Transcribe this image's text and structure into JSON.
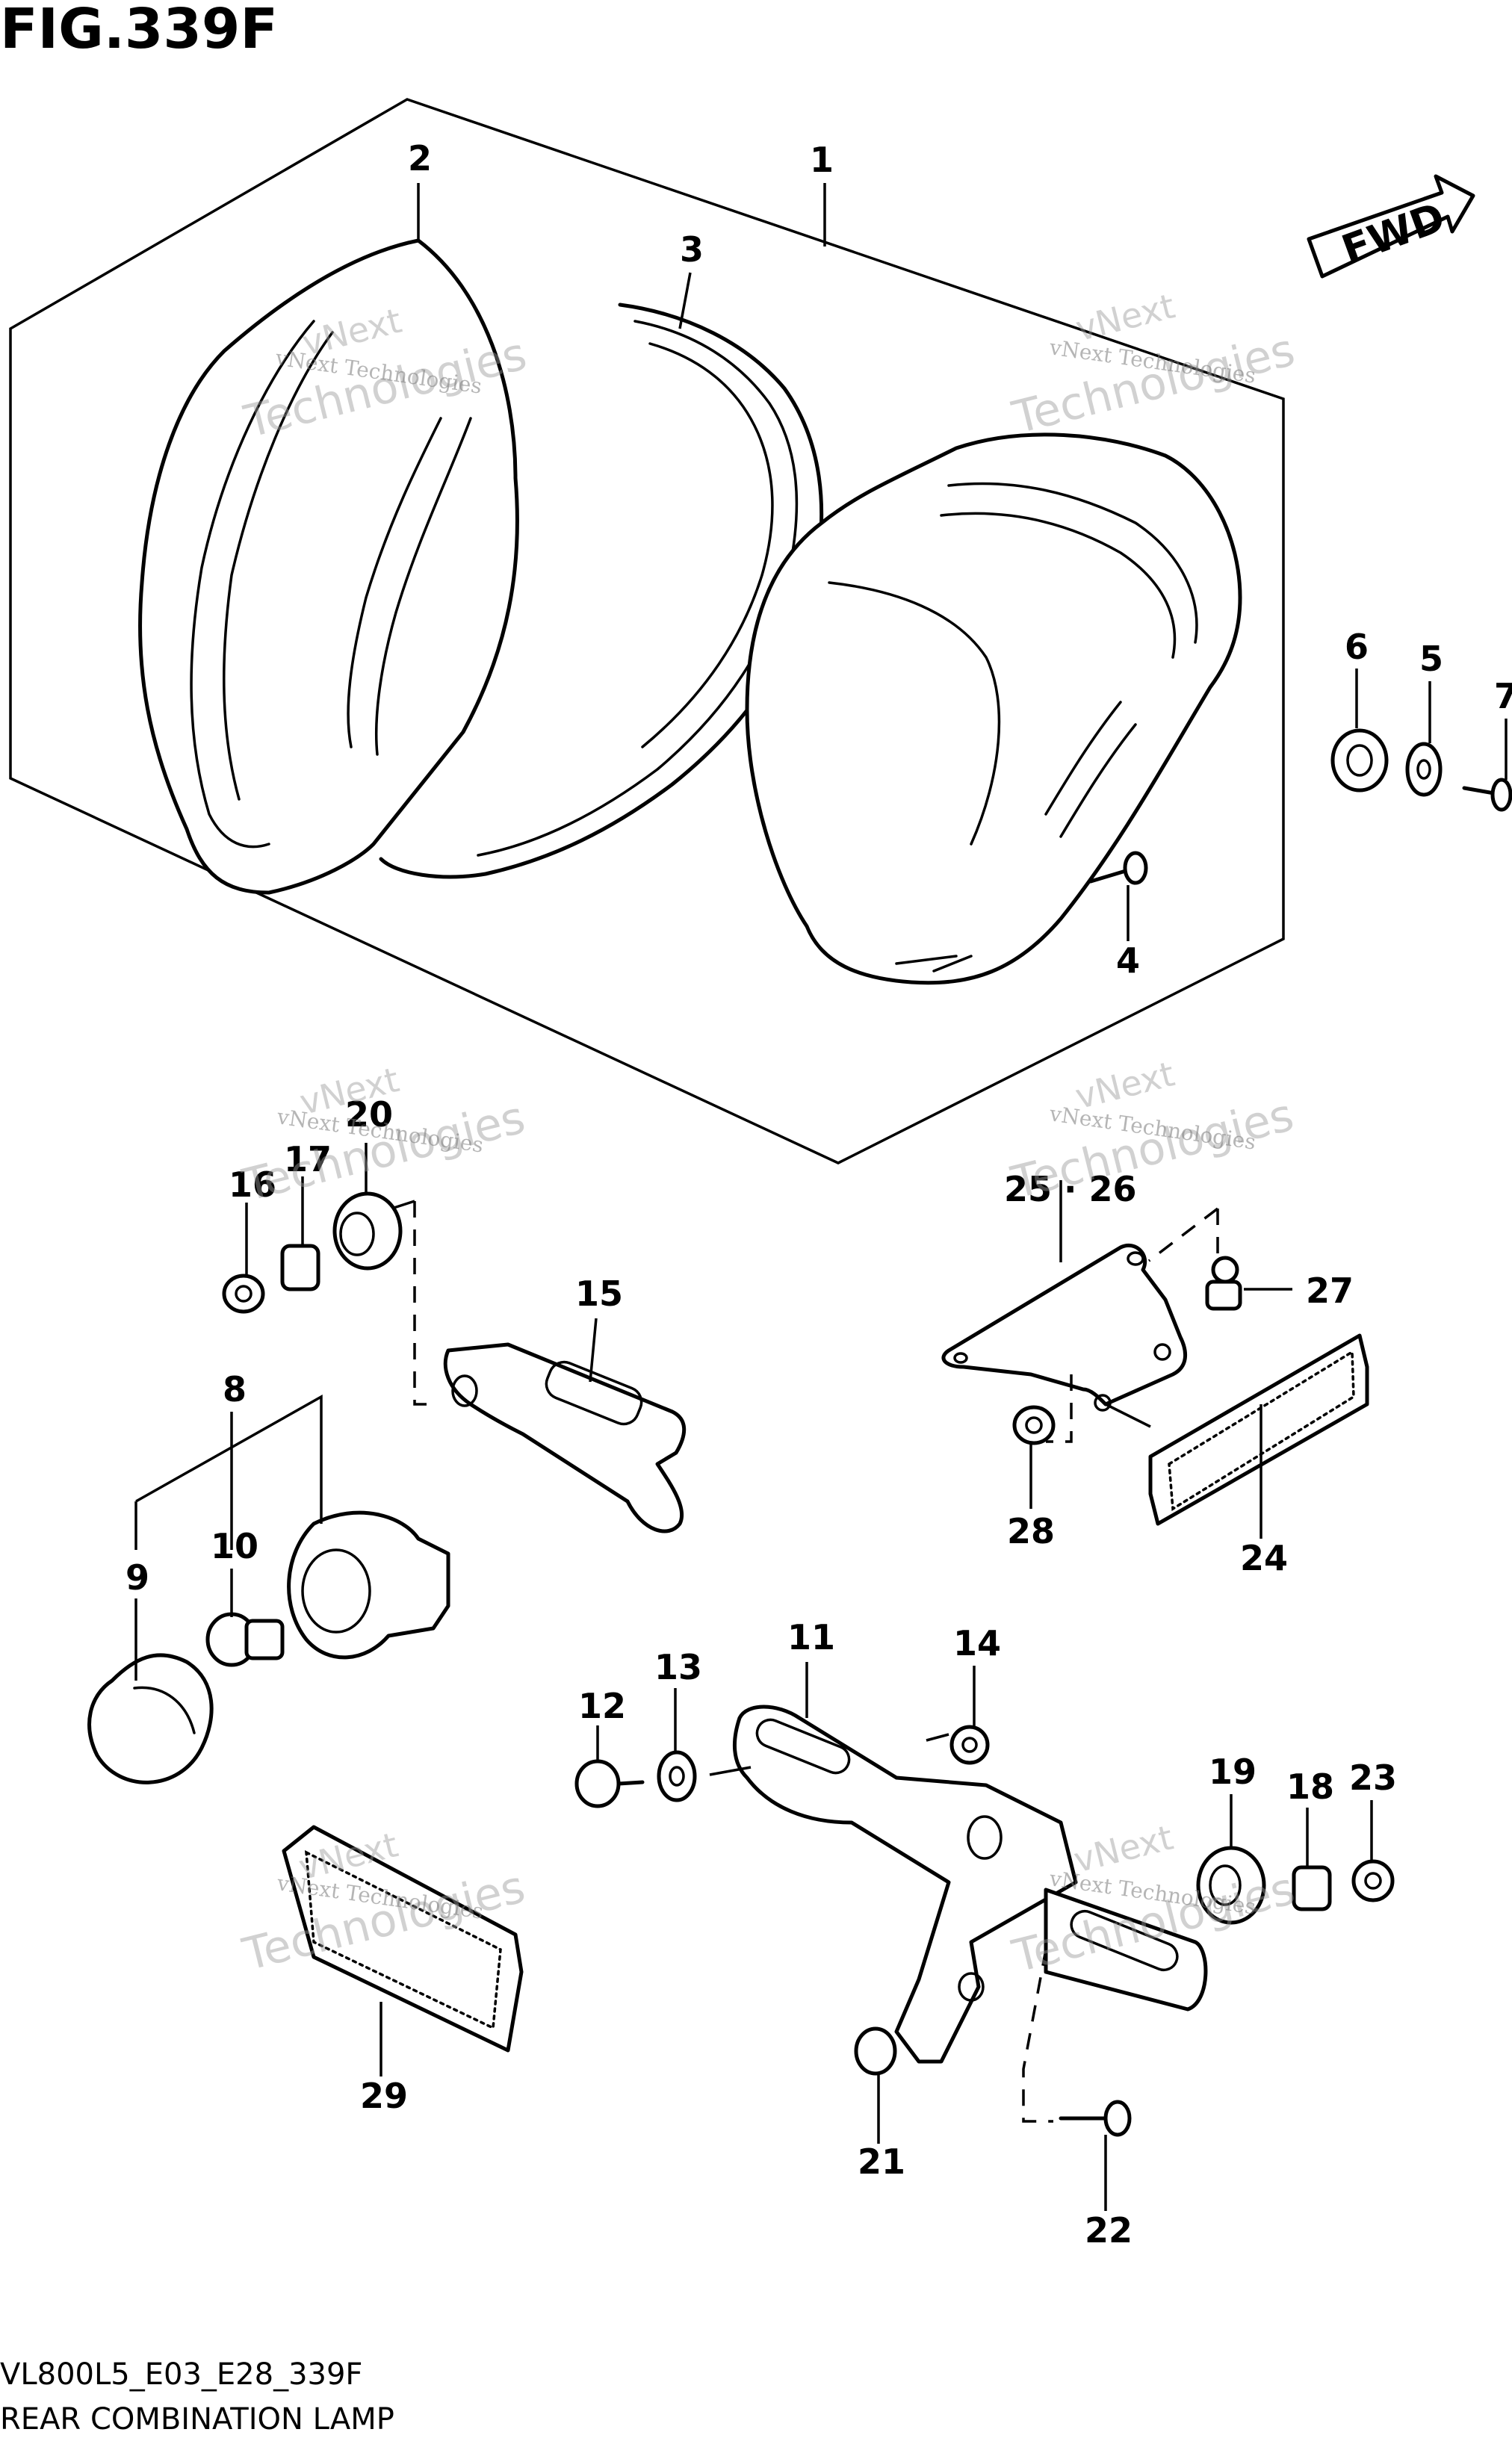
{
  "figure": {
    "title": "FIG.339F",
    "code": "VL800L5_E03_E28_339F",
    "name": "REAR COMBINATION LAMP",
    "fwd_label": "FWD"
  },
  "watermark": {
    "line1": "vNext",
    "line2": "Technologies",
    "small": "vNext Technologies"
  },
  "callouts": {
    "p1": "1",
    "p2": "2",
    "p3": "3",
    "p4": "4",
    "p5": "5",
    "p6": "6",
    "p7": "7",
    "p8": "8",
    "p9": "9",
    "p10": "10",
    "p11": "11",
    "p12": "12",
    "p13": "13",
    "p14": "14",
    "p15": "15",
    "p16": "16",
    "p17": "17",
    "p18": "18",
    "p19": "19",
    "p20": "20",
    "p21": "21",
    "p22": "22",
    "p23": "23",
    "p24": "24",
    "p25_26": "25 · 26",
    "p27": "27",
    "p28": "28",
    "p29": "29"
  }
}
